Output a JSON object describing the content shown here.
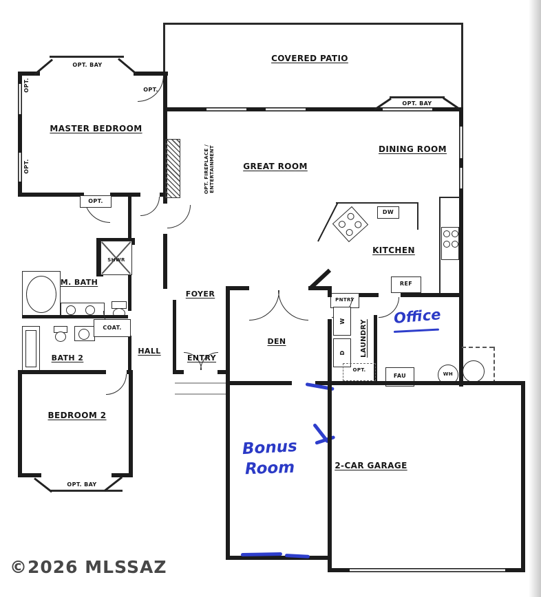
{
  "rooms": {
    "covered_patio": "COVERED PATIO",
    "master_bedroom": "MASTER BEDROOM",
    "great_room": "GREAT ROOM",
    "dining_room": "DINING ROOM",
    "kitchen": "KITCHEN",
    "m_bath": "M. BATH",
    "bath_2": "BATH 2",
    "hall": "HALL",
    "foyer": "FOYER",
    "entry": "ENTRY",
    "den": "DEN",
    "laundry": "LAUNDRY",
    "bedroom_2": "BEDROOM 2",
    "garage": "2-CAR GARAGE"
  },
  "ann": {
    "opt_bay": "OPT. BAY",
    "opt": "OPT.",
    "fireplace_1": "OPT. FIREPLACE /",
    "fireplace_2": "ENTERTAINMENT",
    "coat": "COAT.",
    "pntry": "PNTRY",
    "shwr": "SHWR",
    "dw": "DW",
    "ref": "REF",
    "fau": "FAU",
    "wh": "WH",
    "washer": "W",
    "dryer": "D"
  },
  "handwritten": {
    "office": "Office",
    "bonus_1": "Bonus",
    "bonus_2": "Room"
  },
  "colors": {
    "wall": "#1c1c1c",
    "handwriting": "#2b3ac6",
    "watermark": "#474747"
  },
  "watermark": "©2026 MLSSAZ"
}
